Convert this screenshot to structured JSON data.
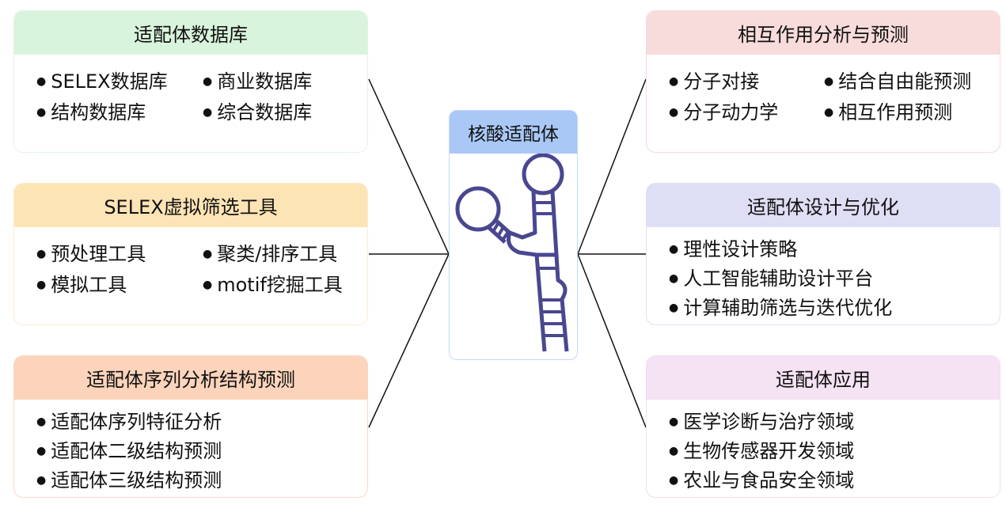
{
  "center": {
    "title": "核酸适配体",
    "icon": "aptamer-structure"
  },
  "left": [
    {
      "title": "适配体数据库",
      "color": "#d9f4dc",
      "border": "#e4f3e6",
      "items": [
        "SELEX数据库",
        "商业数据库",
        "结构数据库",
        "综合数据库"
      ]
    },
    {
      "title": "SELEX虚拟筛选工具",
      "color": "#fde4b5",
      "border": "#fbecd2",
      "items": [
        "预处理工具",
        "聚类/排序工具",
        "模拟工具",
        "motif挖掘工具"
      ]
    },
    {
      "title": "适配体序列分析结构预测",
      "color": "#fbd4bb",
      "border": "#f8d8c6",
      "items": [
        "适配体序列特征分析",
        "适配体二级结构预测",
        "适配体三级结构预测"
      ]
    }
  ],
  "right": [
    {
      "title": "相互作用分析与预测",
      "color": "#f8dcdc",
      "border": "#f4d9dc",
      "items": [
        "分子对接",
        "结合自由能预测",
        "分子动力学",
        "相互作用预测"
      ]
    },
    {
      "title": "适配体设计与优化",
      "color": "#dedff5",
      "border": "#e1e2f3",
      "items": [
        "理性设计策略",
        "人工智能辅助设计平台",
        "计算辅助筛选与迭代优化"
      ]
    },
    {
      "title": "适配体应用",
      "color": "#f5e2f3",
      "border": "#f0dff0",
      "items": [
        "医学诊断与治疗领域",
        "生物传感器开发领域",
        "农业与食品安全领域"
      ]
    }
  ]
}
